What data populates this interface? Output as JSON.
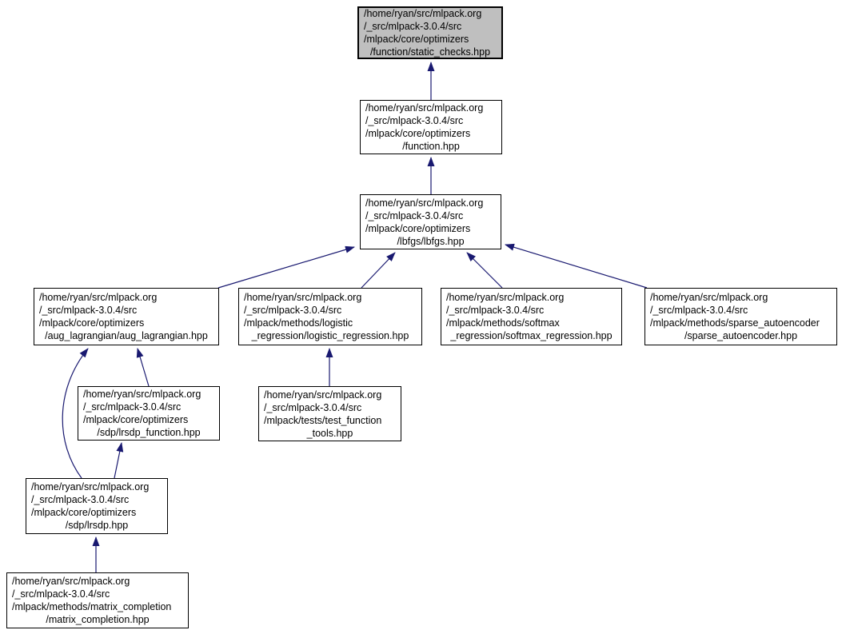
{
  "diagram": {
    "kind": "include-dependency-graph",
    "colors": {
      "edge": "#191970",
      "node_fill": "#ffffff",
      "highlight_fill": "#bfbfbf",
      "border": "#000000",
      "background": "#ffffff"
    },
    "nodes": [
      {
        "id": "static_checks",
        "highlighted": true,
        "lines": [
          "/home/ryan/src/mlpack.org",
          "/_src/mlpack-3.0.4/src",
          "/mlpack/core/optimizers",
          "/function/static_checks.hpp"
        ]
      },
      {
        "id": "function",
        "highlighted": false,
        "lines": [
          "/home/ryan/src/mlpack.org",
          "/_src/mlpack-3.0.4/src",
          "/mlpack/core/optimizers",
          "/function.hpp"
        ]
      },
      {
        "id": "lbfgs",
        "highlighted": false,
        "lines": [
          "/home/ryan/src/mlpack.org",
          "/_src/mlpack-3.0.4/src",
          "/mlpack/core/optimizers",
          "/lbfgs/lbfgs.hpp"
        ]
      },
      {
        "id": "aug_lagrangian",
        "highlighted": false,
        "lines": [
          "/home/ryan/src/mlpack.org",
          "/_src/mlpack-3.0.4/src",
          "/mlpack/core/optimizers",
          "/aug_lagrangian/aug_lagrangian.hpp"
        ]
      },
      {
        "id": "logistic_regression",
        "highlighted": false,
        "lines": [
          "/home/ryan/src/mlpack.org",
          "/_src/mlpack-3.0.4/src",
          "/mlpack/methods/logistic",
          "_regression/logistic_regression.hpp"
        ]
      },
      {
        "id": "softmax_regression",
        "highlighted": false,
        "lines": [
          "/home/ryan/src/mlpack.org",
          "/_src/mlpack-3.0.4/src",
          "/mlpack/methods/softmax",
          "_regression/softmax_regression.hpp"
        ]
      },
      {
        "id": "sparse_autoencoder",
        "highlighted": false,
        "lines": [
          "/home/ryan/src/mlpack.org",
          "/_src/mlpack-3.0.4/src",
          "/mlpack/methods/sparse_autoencoder",
          "/sparse_autoencoder.hpp"
        ]
      },
      {
        "id": "lrsdp_function",
        "highlighted": false,
        "lines": [
          "/home/ryan/src/mlpack.org",
          "/_src/mlpack-3.0.4/src",
          "/mlpack/core/optimizers",
          "/sdp/lrsdp_function.hpp"
        ]
      },
      {
        "id": "test_function_tools",
        "highlighted": false,
        "lines": [
          "/home/ryan/src/mlpack.org",
          "/_src/mlpack-3.0.4/src",
          "/mlpack/tests/test_function",
          "_tools.hpp"
        ]
      },
      {
        "id": "lrsdp",
        "highlighted": false,
        "lines": [
          "/home/ryan/src/mlpack.org",
          "/_src/mlpack-3.0.4/src",
          "/mlpack/core/optimizers",
          "/sdp/lrsdp.hpp"
        ]
      },
      {
        "id": "matrix_completion",
        "highlighted": false,
        "lines": [
          "/home/ryan/src/mlpack.org",
          "/_src/mlpack-3.0.4/src",
          "/mlpack/methods/matrix_completion",
          "/matrix_completion.hpp"
        ]
      }
    ],
    "edges": [
      {
        "from": "function",
        "to": "static_checks"
      },
      {
        "from": "lbfgs",
        "to": "function"
      },
      {
        "from": "aug_lagrangian",
        "to": "lbfgs"
      },
      {
        "from": "logistic_regression",
        "to": "lbfgs"
      },
      {
        "from": "softmax_regression",
        "to": "lbfgs"
      },
      {
        "from": "sparse_autoencoder",
        "to": "lbfgs"
      },
      {
        "from": "lrsdp_function",
        "to": "aug_lagrangian"
      },
      {
        "from": "lrsdp",
        "to": "aug_lagrangian"
      },
      {
        "from": "lrsdp",
        "to": "lrsdp_function"
      },
      {
        "from": "test_function_tools",
        "to": "logistic_regression"
      },
      {
        "from": "matrix_completion",
        "to": "lrsdp"
      }
    ]
  }
}
